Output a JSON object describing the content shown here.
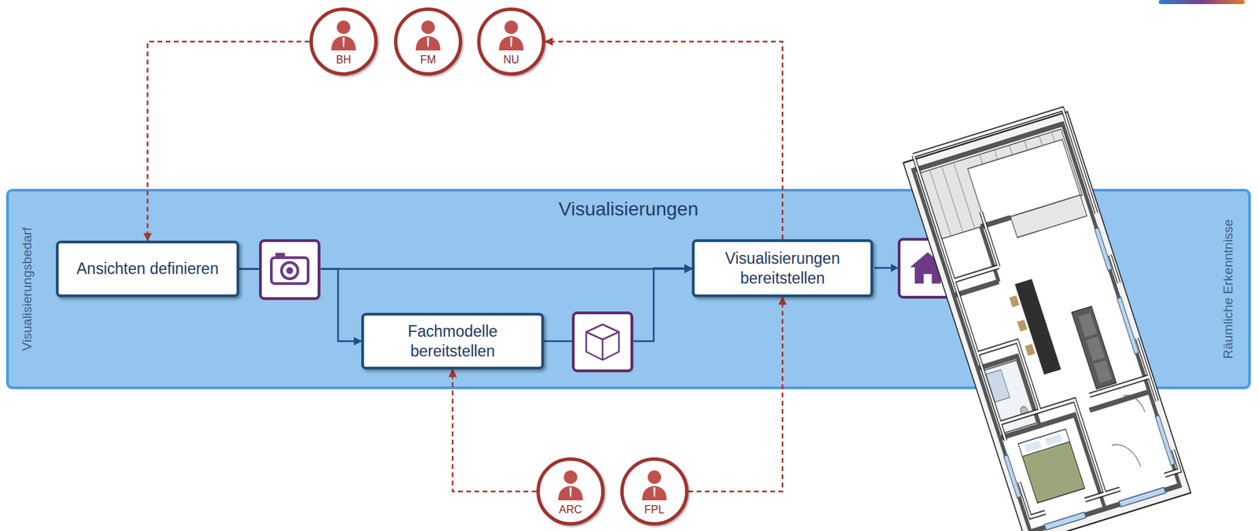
{
  "diagram": {
    "nodes": [
      {
        "text": [
          "BH"
        ]
      },
      {
        "text": [
          "FM"
        ]
      },
      {
        "text": [
          "NU"
        ]
      },
      {
        "text": [
          "Visualisierungen"
        ]
      },
      {
        "text": [
          "Ansichten definieren"
        ],
        "in": 3
      },
      {
        "text": [
          "Fachmodelle bereitstellen"
        ],
        "in": 3
      },
      {
        "text": [
          "Visualisierungen bereitstellen"
        ],
        "in": 3
      },
      {
        "text": [
          "ARC"
        ]
      },
      {
        "text": [
          "FPL"
        ]
      }
    ],
    "edges": [
      {
        "from": 4,
        "to": 6,
        "arrow": "to"
      },
      {
        "from": 4,
        "to": 5,
        "arrow": "to"
      },
      {
        "from": 5,
        "to": 6,
        "arrow": "to"
      },
      {
        "from": 0,
        "to": 4,
        "arrow": "to"
      },
      {
        "from": 6,
        "to": 2,
        "arrow": "to"
      },
      {
        "from": 7,
        "to": 5,
        "arrow": "to"
      },
      {
        "from": 8,
        "to": 6,
        "arrow": "to"
      }
    ],
    "labels": [
      "Visualisierungsbedarf",
      "Räumliche Erkenntnisse"
    ]
  }
}
